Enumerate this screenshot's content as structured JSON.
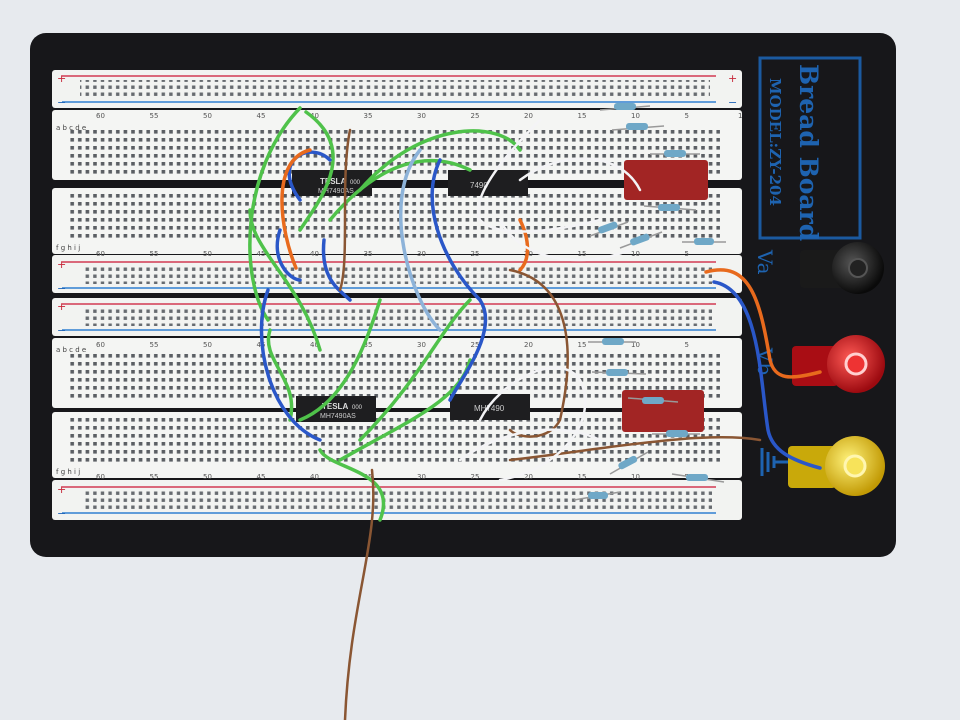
{
  "brand": {
    "title": "Bread Board",
    "model": "MODEL:ZY-204"
  },
  "terminals": {
    "va": "Va",
    "vb": "Vb"
  },
  "chips": {
    "top_left_maker": "TESLA",
    "top_left_code": "000",
    "top_left_part": "MH7490AS",
    "top_right_part": "7490",
    "bottom_left_maker": "TESLA",
    "bottom_left_code": "000",
    "bottom_left_part": "MH7490AS",
    "bottom_right_part": "MH7490"
  },
  "row_letters": {
    "upper_top": "a b c d e",
    "upper_bottom": "f g h i j",
    "lower_top": "a b c d e",
    "lower_bottom": "f g h i j"
  },
  "column_numbers": {
    "upper_top": [
      "60",
      "55",
      "50",
      "45",
      "40",
      "35",
      "30",
      "25",
      "20",
      "15",
      "10",
      "5",
      "1"
    ],
    "upper_bottom": [
      "60",
      "55",
      "50",
      "45",
      "40",
      "35",
      "30",
      "25",
      "20",
      "15",
      "10",
      "5"
    ],
    "lower_top": [
      "60",
      "55",
      "50",
      "45",
      "40",
      "35",
      "30",
      "25",
      "20",
      "15",
      "10",
      "5"
    ],
    "lower_bottom": [
      "60",
      "55",
      "50",
      "45",
      "40",
      "35",
      "30",
      "25",
      "20",
      "15",
      "10",
      "5"
    ]
  },
  "rail_symbols": {
    "plus": "+",
    "minus": "−"
  },
  "colors": {
    "base": "#151518",
    "board": "#f3f4f2",
    "rail_red": "#d23a52",
    "rail_blue": "#2f7fd1",
    "brand_blue": "#1b5aa0",
    "wire_green": "#4fc24a",
    "wire_blue": "#2a57c8",
    "wire_lightblue": "#8db3d9",
    "wire_orange": "#e86a1d",
    "wire_brown": "#8a5633",
    "wire_white": "#f4f4f6",
    "capacitor": "#a02423",
    "post_red": "#d0121a",
    "post_yellow": "#f0d21b",
    "post_black": "#1b1b1b"
  }
}
